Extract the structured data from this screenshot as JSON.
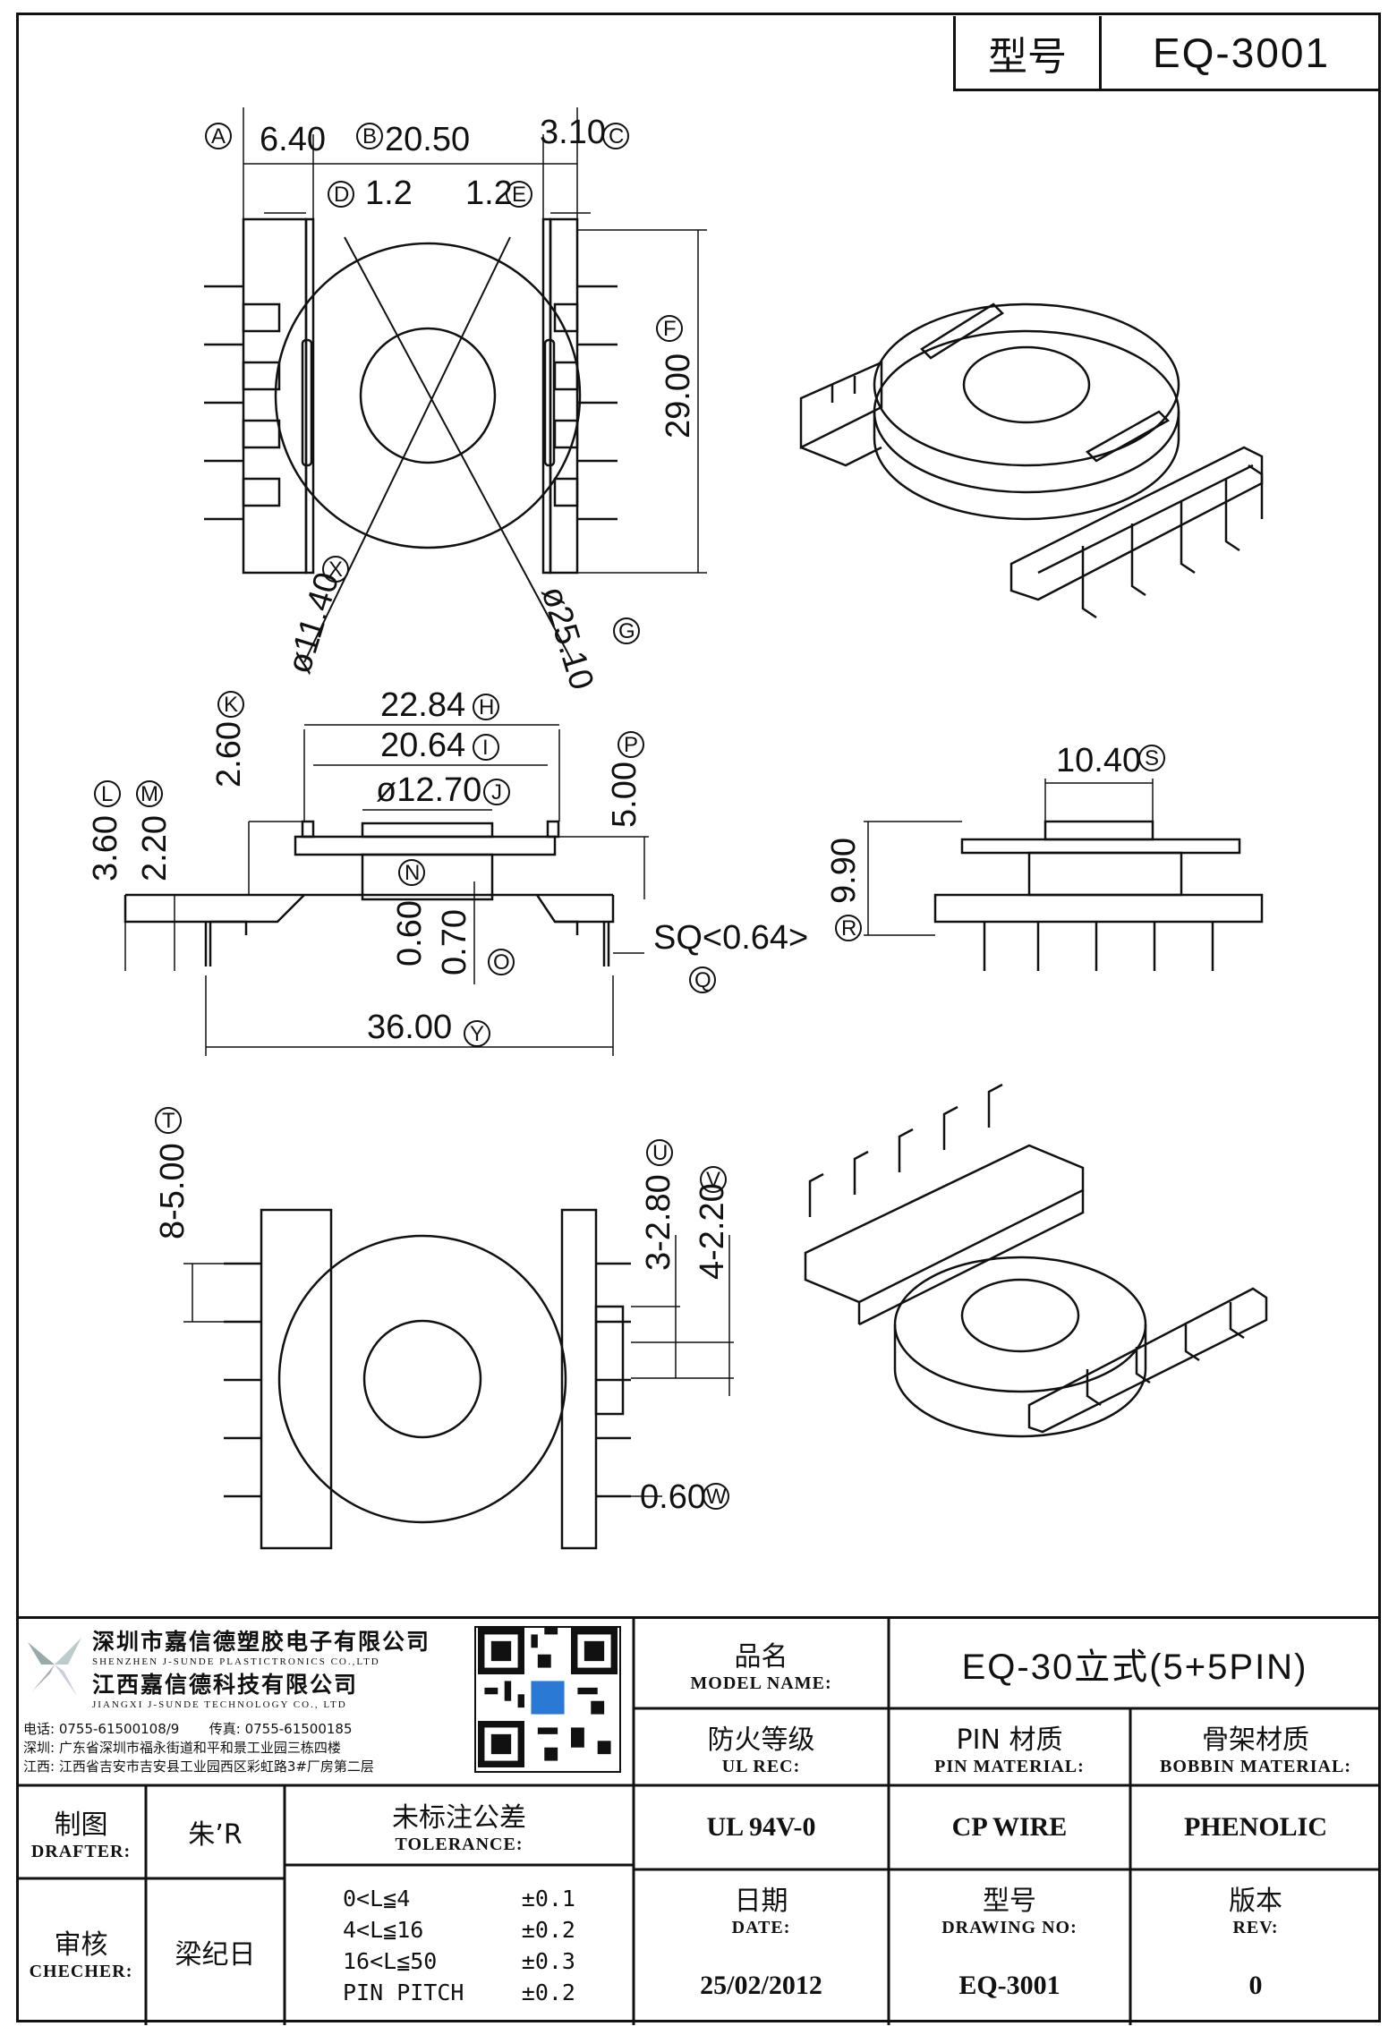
{
  "header": {
    "label": "型号",
    "value": "EQ-3001"
  },
  "dimensions": {
    "A": "6.40",
    "B": "20.50",
    "C": "3.10",
    "D": "1.2",
    "E": "1.2",
    "F": "29.00",
    "G": "ø25.10",
    "X": "ø11.40",
    "H": "22.84",
    "I": "20.64",
    "J": "ø12.70",
    "K": "2.60",
    "L": "3.60",
    "M": "2.20",
    "N": "0.60",
    "O": "0.70",
    "P": "5.00",
    "Q": "SQ<0.64>",
    "Y": "36.00",
    "S": "10.40",
    "R": "9.90",
    "T": "8-5.00",
    "U": "3-2.80",
    "V": "4-2.20",
    "W": "0.60"
  },
  "labels": [
    "A",
    "B",
    "C",
    "D",
    "E",
    "F",
    "G",
    "X",
    "H",
    "I",
    "J",
    "K",
    "L",
    "M",
    "N",
    "O",
    "P",
    "Q",
    "Y",
    "S",
    "R",
    "T",
    "U",
    "V",
    "W"
  ],
  "company": {
    "name_sz": "深圳市嘉信德塑胶电子有限公司",
    "name_sz_en": "SHENZHEN J-SUNDE PLASTICTRONICS CO.,LTD",
    "name_jx": "江西嘉信德科技有限公司",
    "name_jx_en": "JIANGXI J-SUNDE TECHNOLOGY CO., LTD",
    "phone": "电话: 0755-61500108/9",
    "fax": "传真: 0755-61500185",
    "addr_sz": "深圳: 广东省深圳市福永街道和平和景工业园三栋四楼",
    "addr_jx": "江西: 江西省吉安市吉安县工业园西区彩虹路3#厂房第二层"
  },
  "title_block": {
    "model_name_zh": "品名",
    "model_name_en": "MODEL NAME:",
    "model_name_value": "EQ-30立式(5+5PIN)",
    "ul_zh": "防火等级",
    "ul_en": "UL REC:",
    "ul_value": "UL 94V-0",
    "pin_zh": "PIN 材质",
    "pin_en": "PIN MATERIAL:",
    "pin_value": "CP WIRE",
    "bobbin_zh": "骨架材质",
    "bobbin_en": "BOBBIN MATERIAL:",
    "bobbin_value": "PHENOLIC",
    "drafter_zh": "制图",
    "drafter_en": "DRAFTER:",
    "drafter_value": "朱’R",
    "checker_zh": "审核",
    "checker_en": "CHECHER:",
    "checker_value": "梁纪日",
    "tolerance_zh": "未标注公差",
    "tolerance_en": "TOLERANCE:",
    "tolerances": [
      {
        "range": "0<L≦4",
        "value": "±0.1"
      },
      {
        "range": "4<L≦16",
        "value": "±0.2"
      },
      {
        "range": "16<L≦50",
        "value": "±0.3"
      },
      {
        "range": "PIN PITCH",
        "value": "±0.2"
      }
    ],
    "date_zh": "日期",
    "date_en": "DATE:",
    "date_value": "25/02/2012",
    "drawing_zh": "型号",
    "drawing_en": "DRAWING NO:",
    "drawing_value": "EQ-3001",
    "rev_zh": "版本",
    "rev_en": "REV:",
    "rev_value": "0"
  }
}
